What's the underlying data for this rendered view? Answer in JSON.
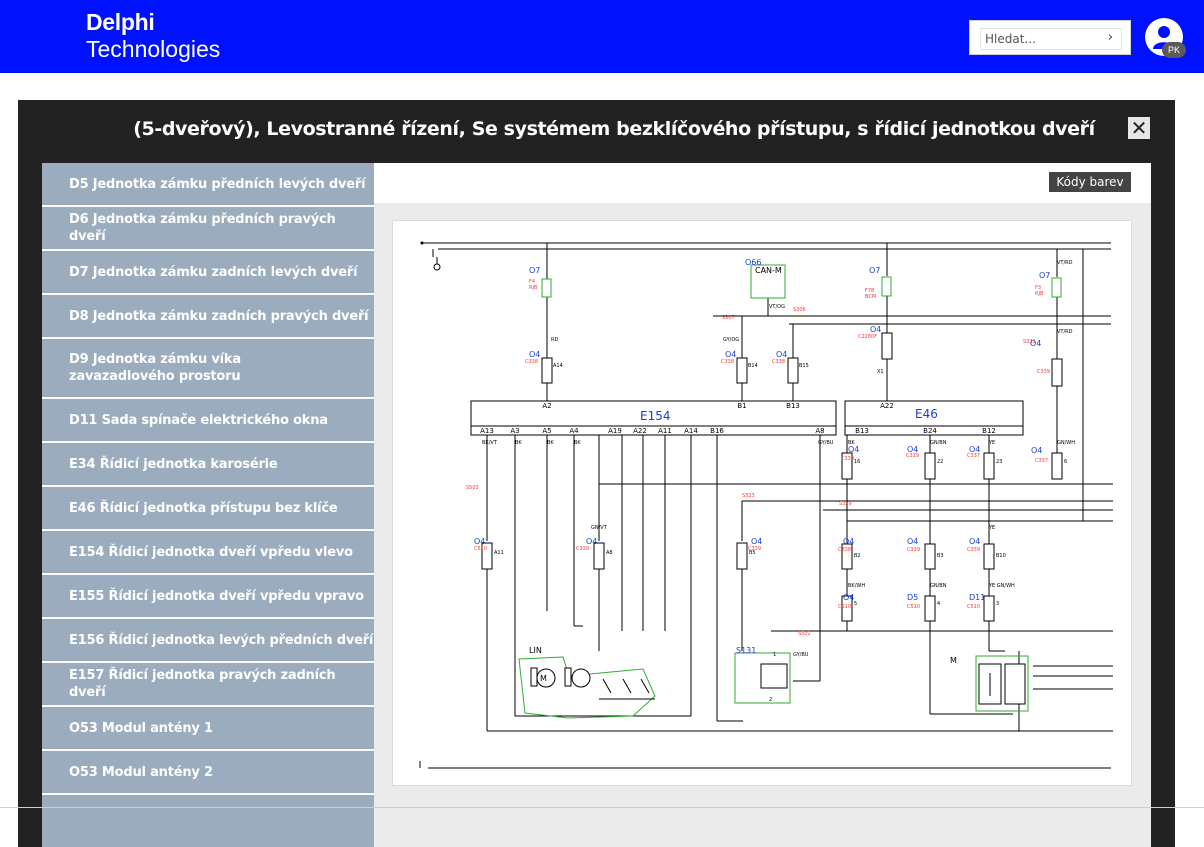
{
  "header": {
    "logo_line1": "Delphi",
    "logo_line2": "Technologies",
    "search_placeholder": "Hledat...",
    "avatar_initials": "PK"
  },
  "colors": {
    "topbar": "#0011ff",
    "sidebar_item": "#9aacbd",
    "modal": "#222222",
    "wire": "#000000",
    "connector": "#ff3333",
    "component_label": "#1a3fd6",
    "outline": "#33aa33"
  },
  "modal": {
    "title": "(5-dveřový), Levostranné řízení, Se systémem bezklíčového přístupu, s řídicí jednotkou dveří",
    "close_icon": "close-icon",
    "color_codes_label": "Kódy barev"
  },
  "sidebar": {
    "items": [
      "D5 Jednotka zámku předních levých dveří",
      "D6 Jednotka zámku předních pravých dveří",
      "D7 Jednotka zámku zadních levých dveří",
      "D8 Jednotka zámku zadních pravých dveří",
      "D9 Jednotka zámku víka zavazadlového prostoru",
      "D11 Sada spínače elektrického okna",
      "E34 Řídicí jednotka karosérie",
      "E46 Řídicí jednotka přístupu bez klíče",
      "E154 Řídicí jednotka dveří vpředu vlevo",
      "E155 Řídicí jednotka dveří vpředu vpravo",
      "E156 Řídicí jednotka levých předních dveří",
      "E157 Řídicí jednotka pravých zadních dveří",
      "O53 Modul antény 1",
      "O53 Modul antény 2"
    ]
  },
  "diagram": {
    "components": [
      "O7",
      "O66",
      "CAN-M",
      "O7",
      "O7",
      "O4",
      "O4",
      "O4",
      "O4",
      "E154",
      "E46",
      "O4",
      "O4",
      "O4",
      "O4",
      "O4",
      "O4",
      "O4",
      "O4",
      "O4",
      "O4",
      "O4",
      "O4",
      "D5",
      "D11",
      "LIN",
      "S131",
      "M",
      "M"
    ],
    "fuse_labels": [
      [
        "F4",
        "RJB"
      ],
      [
        "F78",
        "BCM"
      ],
      [
        "F3",
        "RJB"
      ]
    ],
    "connectors": [
      "C338",
      "C338",
      "C338",
      "C2280F",
      "C339",
      "C339",
      "C319",
      "C337",
      "C337",
      "C510",
      "C339",
      "C339",
      "C338",
      "C339",
      "C339",
      "C510",
      "C510",
      "C510"
    ],
    "splices": [
      "S307",
      "S306",
      "S331",
      "S503",
      "S323",
      "S329",
      "S502"
    ],
    "e154_pins": [
      "A13",
      "A3",
      "A5",
      "A4",
      "A19",
      "A22",
      "A11",
      "A14",
      "B16",
      "A8"
    ],
    "e154_top_pins": [
      "A2",
      "B1",
      "B13"
    ],
    "e46_pins": [
      "B13",
      "B24",
      "B12"
    ],
    "e46_top_pins": [
      "A22"
    ],
    "wire_colors": [
      "RD",
      "BK",
      "GY/OG",
      "VT/OG",
      "VT/RD",
      "GN/WH",
      "BK/VT",
      "GN/VT",
      "GY/BU",
      "GN/BN",
      "YE",
      "BK/WH",
      "YE GN/WH"
    ],
    "pin_numbers": [
      "A14",
      "B14",
      "B15",
      "A11",
      "A8",
      "B5",
      "B2",
      "B3",
      "B10",
      "16",
      "22",
      "23",
      "5",
      "4",
      "3",
      "6",
      "1",
      "2",
      "X1"
    ]
  }
}
